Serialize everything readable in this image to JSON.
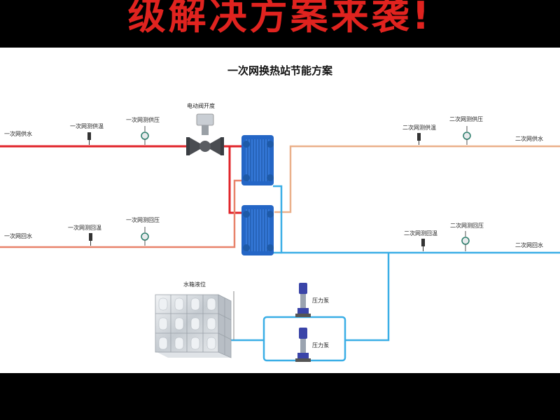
{
  "banner": {
    "text": "级解决方案来袭!"
  },
  "diagram": {
    "title": "一次网换热站节能方案",
    "labels": {
      "primary_supply": "一次网供水",
      "primary_supply_temp": "一次网测供温",
      "primary_supply_pressure": "一次网测供压",
      "valve_opening": "电动阀开度",
      "primary_return": "一次网回水",
      "primary_return_temp": "一次网测回温",
      "primary_return_pressure": "一次网测回压",
      "secondary_supply_temp": "二次网测供温",
      "secondary_supply_pressure": "二次网测供压",
      "secondary_supply": "二次网供水",
      "secondary_return_temp": "二次网测回温",
      "secondary_return_pressure": "二次网测回压",
      "secondary_return": "二次网回水",
      "tank_level": "水箱液位",
      "pump_1": "压力泵",
      "pump_2": "压力泵"
    }
  },
  "colors": {
    "primary_supply_pipe": "#e0242a",
    "primary_return_pipe": "#e8826a",
    "secondary_supply_pipe": "#eab08a",
    "secondary_return_pipe": "#3aaee6",
    "heat_exchanger": "#2466c6",
    "pump": "#3a44a8",
    "banner_text": "#e0231f"
  }
}
